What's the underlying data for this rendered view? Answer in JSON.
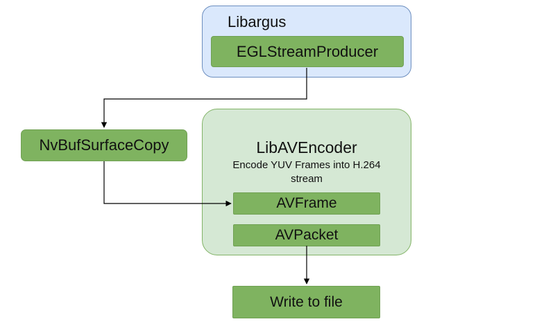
{
  "diagram": {
    "libargus": {
      "title": "Libargus",
      "producer": "EGLStreamProducer"
    },
    "copy_node": "NvBufSurfaceCopy",
    "encoder": {
      "title": "LibAVEncoder",
      "description_line1": "Encode YUV Frames into H.264",
      "description_line2": "stream",
      "frame": "AVFrame",
      "packet": "AVPacket"
    },
    "output_node": "Write to file"
  },
  "colors": {
    "blue_fill": "#dae8fc",
    "blue_stroke": "#6c8ebf",
    "green_fill": "#d5e8d4",
    "green_stroke": "#82b366",
    "node_green": "#7fb360",
    "edge": "#000000"
  }
}
